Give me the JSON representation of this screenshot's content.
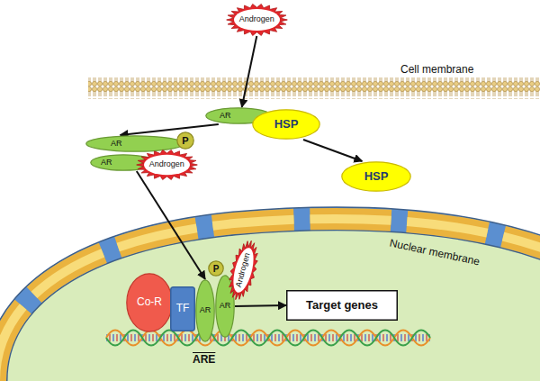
{
  "diagram": {
    "nodes": [
      {
        "text": [
          "Androgen"
        ]
      },
      {
        "text": [
          "AR"
        ]
      },
      {
        "text": [
          "HSP"
        ]
      },
      {
        "text": [
          "AR"
        ]
      },
      {
        "text": [
          "P"
        ]
      },
      {
        "text": [
          "AR"
        ]
      },
      {
        "text": [
          "Androgen"
        ]
      },
      {
        "text": [
          "HSP"
        ]
      },
      {
        "text": [
          "Co-R"
        ]
      },
      {
        "text": [
          "TF"
        ]
      },
      {
        "text": [
          "AR"
        ]
      },
      {
        "text": [
          "AR"
        ]
      },
      {
        "text": [
          "P"
        ]
      },
      {
        "text": [
          "Androgen"
        ]
      },
      {
        "text": [
          "Target genes"
        ]
      }
    ],
    "edges": [
      {
        "from": 0,
        "to": 1,
        "arrow": "to"
      },
      {
        "from": 1,
        "to": 3,
        "arrow": "to"
      },
      {
        "from": 2,
        "to": 7,
        "arrow": "to"
      },
      {
        "from": 5,
        "to": 10,
        "arrow": "to"
      },
      {
        "from": 11,
        "to": 14,
        "arrow": "to"
      }
    ],
    "labels": [
      "Cell membrane",
      "Nuclear membrane",
      "ARE"
    ]
  }
}
